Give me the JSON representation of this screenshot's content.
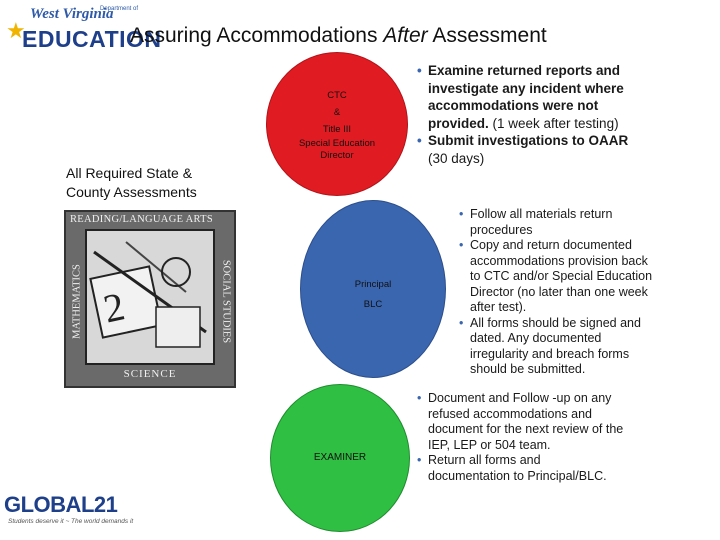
{
  "logo": {
    "state": "West Virginia",
    "dept": "Department of",
    "name": "EDUCATION"
  },
  "title": {
    "before": "Assuring Accommodations ",
    "emph": "After",
    "after": " Assessment"
  },
  "left_label": "All Required State & County Assessments",
  "book": {
    "top": "READING/LANGUAGE ARTS",
    "left": "MATHEMATICS",
    "right": "SOCIAL STUDIES",
    "bottom": "SCIENCE",
    "number": "2"
  },
  "circles": {
    "red": [
      "CTC",
      "&",
      "Title III",
      "Special Education",
      "Director"
    ],
    "blue": [
      "Principal",
      "BLC"
    ],
    "green": [
      "EXAMINER"
    ]
  },
  "colors": {
    "red": "#e01b22",
    "blue": "#3a66b0",
    "green": "#2fbf43"
  },
  "block1": {
    "item1_bold": "Examine returned reports and investigate any incident where accommodations were not provided.",
    "item1_norm": " (1 week after testing)",
    "item2_bold": "Submit investigations to OAAR",
    "item2_norm": " (30 days)"
  },
  "block2": [
    "Follow all materials return procedures",
    "Copy and return documented accommodations  provision back to CTC and/or Special Education Director (no later than one week after test).",
    "All forms should be signed and dated. Any documented irregularity and breach forms should be submitted."
  ],
  "block3": [
    "Document and Follow -up on any refused accommodations and document for the next review of the IEP, LEP or 504 team.",
    "Return all  forms and documentation to Principal/BLC."
  ],
  "footer_logo": {
    "name": "GLOBAL21",
    "tagline": "Students deserve it ~ The world demands it"
  }
}
